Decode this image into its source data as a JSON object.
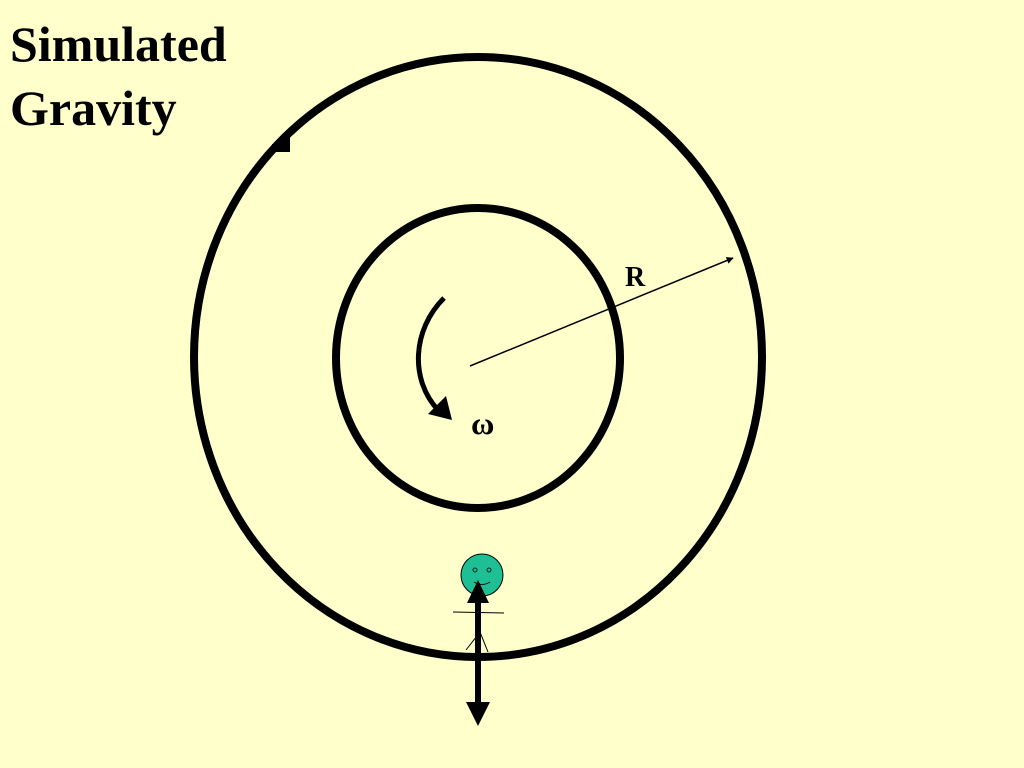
{
  "slide": {
    "title_line1": "Simulated",
    "title_line2": "Gravity"
  },
  "diagram": {
    "radius_label": "R",
    "omega_label": "ω"
  },
  "colors": {
    "background": "#ffffcc",
    "stroke": "#000000",
    "person_face": "#1fbf96"
  }
}
